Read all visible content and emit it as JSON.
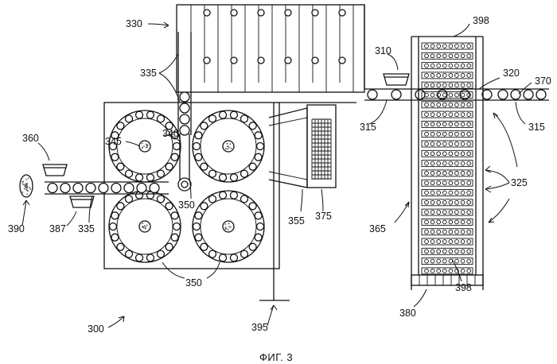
{
  "figure": {
    "caption": "ФИГ. 3"
  },
  "labels": {
    "l330": "330",
    "l398_top": "398",
    "l310": "310",
    "l320": "320",
    "l370": "370",
    "l315_left": "315",
    "l315_right": "315",
    "l335_top": "335",
    "l345": "345",
    "l340": "340",
    "l360": "360",
    "l390": "390",
    "l387": "387",
    "l335_bottom": "335",
    "l350_mid": "350",
    "l350_bottom": "350",
    "l355": "355",
    "l375": "375",
    "l325": "325",
    "l365": "365",
    "l398_bottom": "398",
    "l380": "380",
    "l395": "395",
    "l300": "300"
  }
}
